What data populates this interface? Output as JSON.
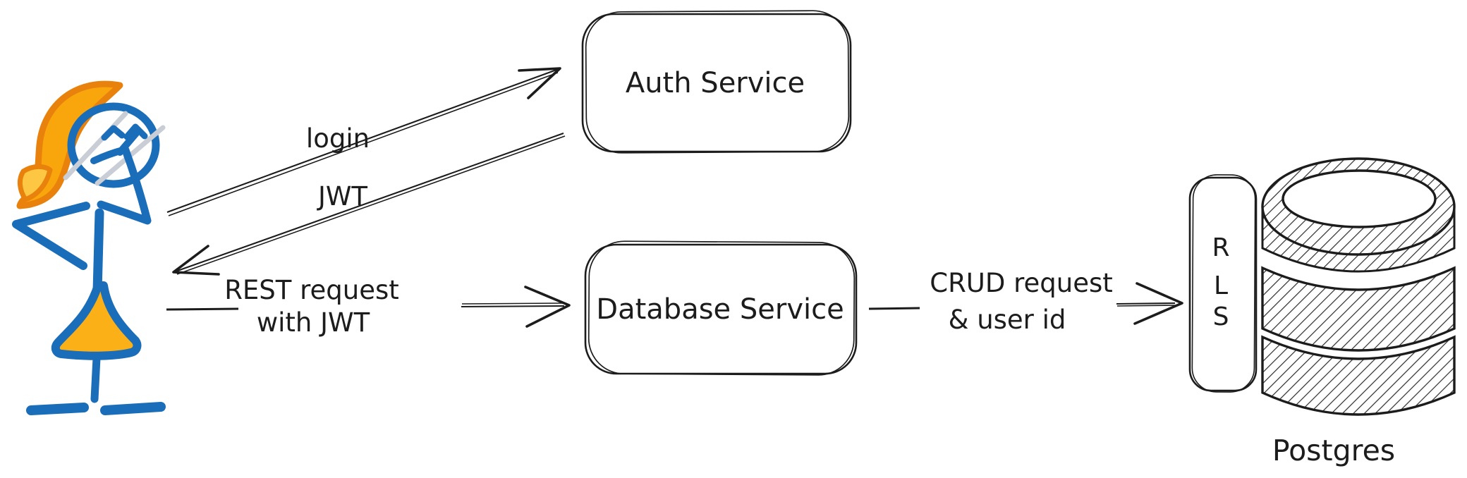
{
  "diagram": {
    "type": "hand-drawn-architecture-flow",
    "background": "#ffffff",
    "nodes": {
      "actor": {
        "icon": "person-stick-figure-icon",
        "role": "user"
      },
      "auth_service": {
        "label": "Auth Service"
      },
      "database_service": {
        "label": "Database Service"
      },
      "rls": {
        "letters": [
          "R",
          "L",
          "S"
        ]
      },
      "postgres": {
        "label": "Postgres",
        "icon": "database-cylinder-icon"
      }
    },
    "edges": {
      "login": {
        "label": "login",
        "from": "actor",
        "to": "auth_service"
      },
      "jwt": {
        "label": "JWT",
        "from": "auth_service",
        "to": "actor"
      },
      "rest": {
        "line1": "REST request",
        "line2": "with JWT",
        "from": "actor",
        "to": "database_service"
      },
      "crud": {
        "line1": "CRUD request",
        "line2": "& user id",
        "from": "database_service",
        "to": "rls"
      }
    },
    "colors": {
      "ink": "#1c1c1c",
      "actor_blue": "#1a6db8",
      "hair_orange_stroke": "#e8820d",
      "hair_orange_fill": "#f9a60d",
      "hair_highlight_fill": "#fdc643",
      "dress_orange_fill": "#fbb017",
      "face_streak_gray": "#c9cdd6"
    }
  }
}
